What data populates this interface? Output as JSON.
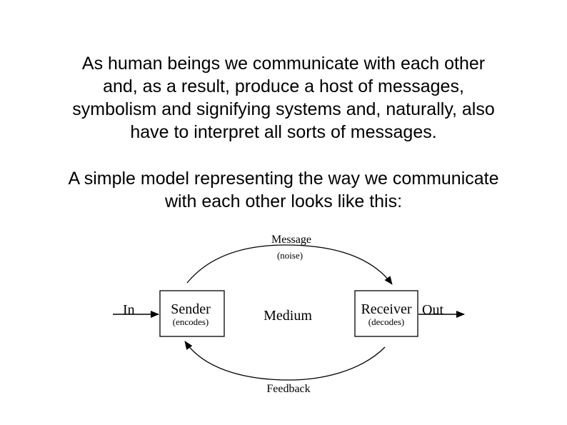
{
  "text": {
    "paragraph_1": [
      "As human beings we communicate with each other",
      "and, as a result, produce a host of messages,",
      "symbolism and signifying systems and, naturally, also",
      "have to interpret all sorts of messages."
    ],
    "paragraph_2": [
      "A simple model representing the way we communicate",
      "with each other looks like this:"
    ]
  },
  "diagram": {
    "input_label": "In",
    "output_label": "Out",
    "sender": {
      "title": "Sender",
      "subtitle": "(encodes)"
    },
    "receiver": {
      "title": "Receiver",
      "subtitle": "(decodes)"
    },
    "medium_label": "Medium",
    "message": {
      "title": "Message",
      "subtitle": "(noise)"
    },
    "feedback_label": "Feedback",
    "colors": {
      "stroke": "#000000",
      "background": "#ffffff"
    }
  }
}
